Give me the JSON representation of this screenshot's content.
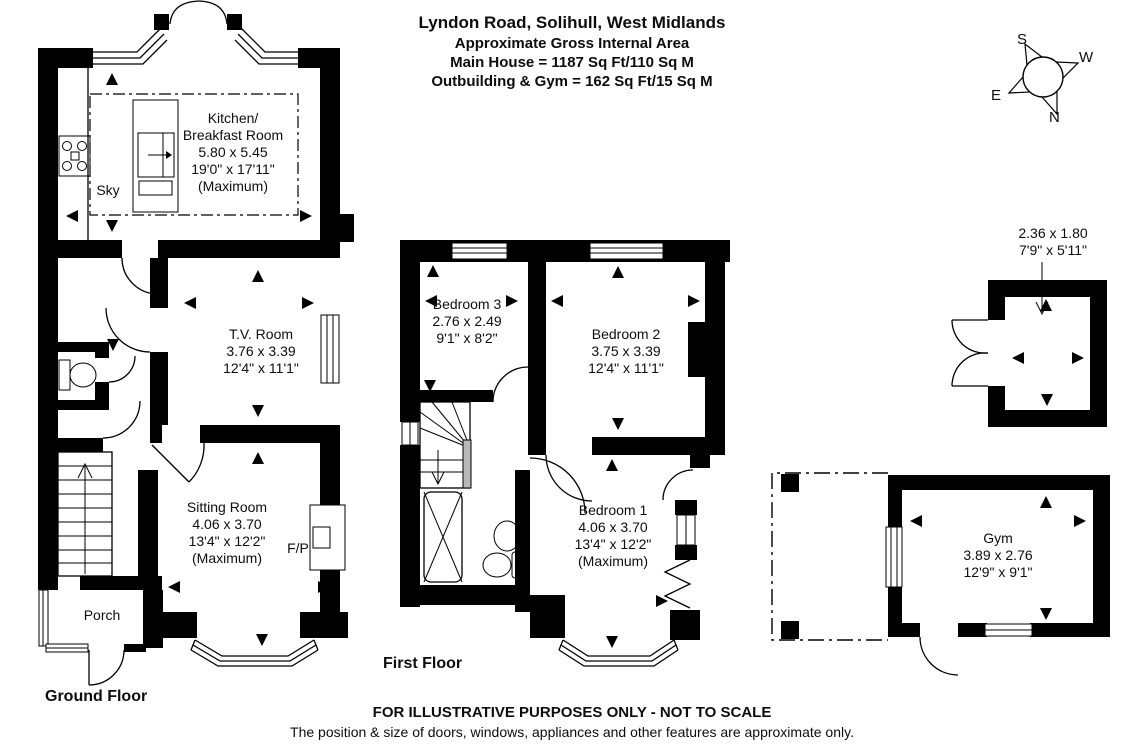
{
  "colors": {
    "ink": "#000000",
    "background": "#ffffff"
  },
  "header": {
    "address": "Lyndon Road, Solihull, West Midlands",
    "subtitle": "Approximate Gross Internal Area",
    "main_house_area": "Main House = 1187 Sq Ft/110 Sq M",
    "outbuilding_area": "Outbuilding & Gym = 162 Sq Ft/15 Sq M"
  },
  "compass": {
    "s": "S",
    "w": "W",
    "e": "E",
    "n": "N"
  },
  "ground_floor": {
    "floor_label": "Ground Floor",
    "sky_label": "Sky",
    "fireplace_label": "F/P",
    "porch_label": "Porch",
    "kitchen": {
      "name1": "Kitchen/",
      "name2": "Breakfast Room",
      "metric": "5.80 x 5.45",
      "imperial": "19'0\" x 17'11\"",
      "note": "(Maximum)"
    },
    "tv_room": {
      "name": "T.V. Room",
      "metric": "3.76 x 3.39",
      "imperial": "12'4\" x 11'1\""
    },
    "sitting_room": {
      "name": "Sitting Room",
      "metric": "4.06 x 3.70",
      "imperial": "13'4\" x 12'2\"",
      "note": "(Maximum)"
    }
  },
  "first_floor": {
    "floor_label": "First Floor",
    "bedroom3": {
      "name": "Bedroom 3",
      "metric": "2.76 x 2.49",
      "imperial": "9'1\" x 8'2\""
    },
    "bedroom2": {
      "name": "Bedroom 2",
      "metric": "3.75 x 3.39",
      "imperial": "12'4\" x 11'1\""
    },
    "bedroom1": {
      "name": "Bedroom 1",
      "metric": "4.06 x 3.70",
      "imperial": "13'4\" x 12'2\"",
      "note": "(Maximum)"
    }
  },
  "outbuildings": {
    "store": {
      "metric": "2.36 x 1.80",
      "imperial": "7'9\" x 5'11\""
    },
    "gym": {
      "name": "Gym",
      "metric": "3.89 x 2.76",
      "imperial": "12'9\" x 9'1\""
    }
  },
  "footer": {
    "disclaimer1": "FOR ILLUSTRATIVE PURPOSES ONLY - NOT TO SCALE",
    "disclaimer2": "The position & size of doors, windows, appliances and other features are approximate only."
  }
}
